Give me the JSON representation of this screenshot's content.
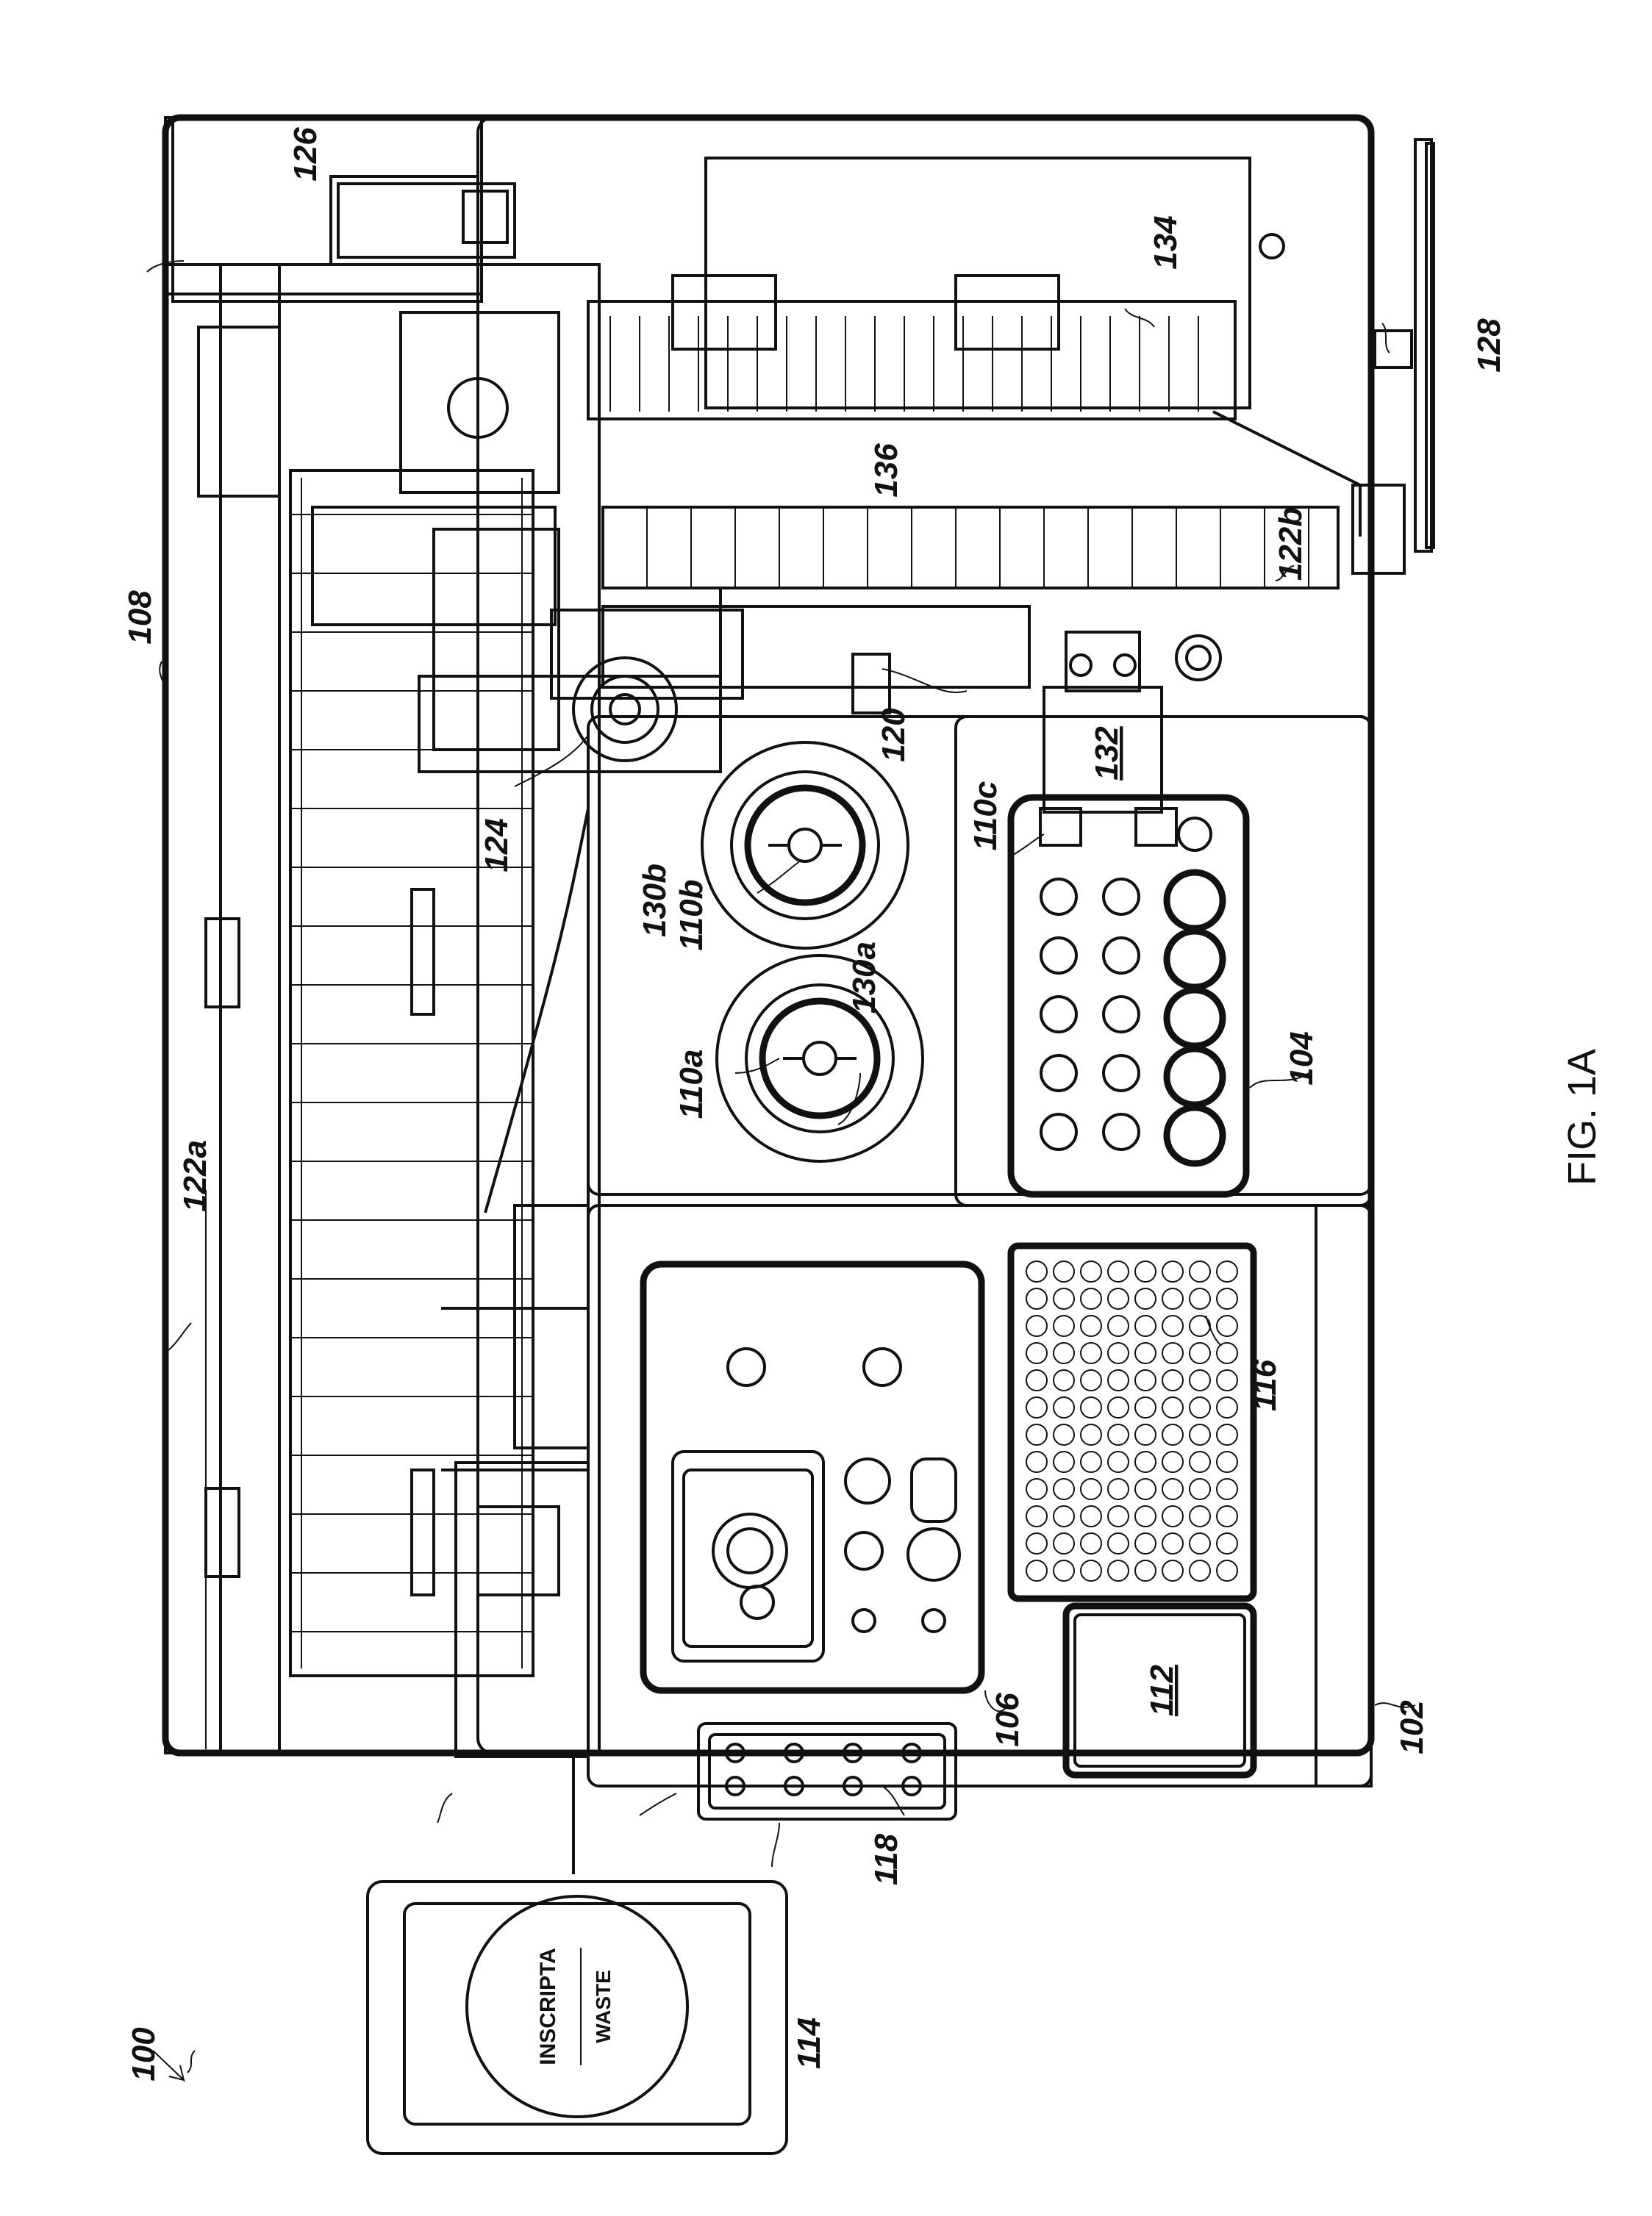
{
  "figure": {
    "caption": "FIG. 1A",
    "overall_ref": "100"
  },
  "labels": {
    "l102": "102",
    "l104": "104",
    "l106": "106",
    "l108": "108",
    "l110a": "110a",
    "l110b": "110b",
    "l110c": "110c",
    "l112": "112",
    "l114": "114",
    "l116": "116",
    "l118": "118",
    "l120": "120",
    "l122a": "122a",
    "l122b": "122b",
    "l124": "124",
    "l126": "126",
    "l128": "128",
    "l130a": "130a",
    "l130b": "130b",
    "l132": "132",
    "l134": "134",
    "l136": "136"
  },
  "waste_container": {
    "brand_text": "INSCRIPTA",
    "word_text": "WASTE"
  },
  "colors": {
    "ink": "#111111",
    "paper": "#ffffff"
  }
}
